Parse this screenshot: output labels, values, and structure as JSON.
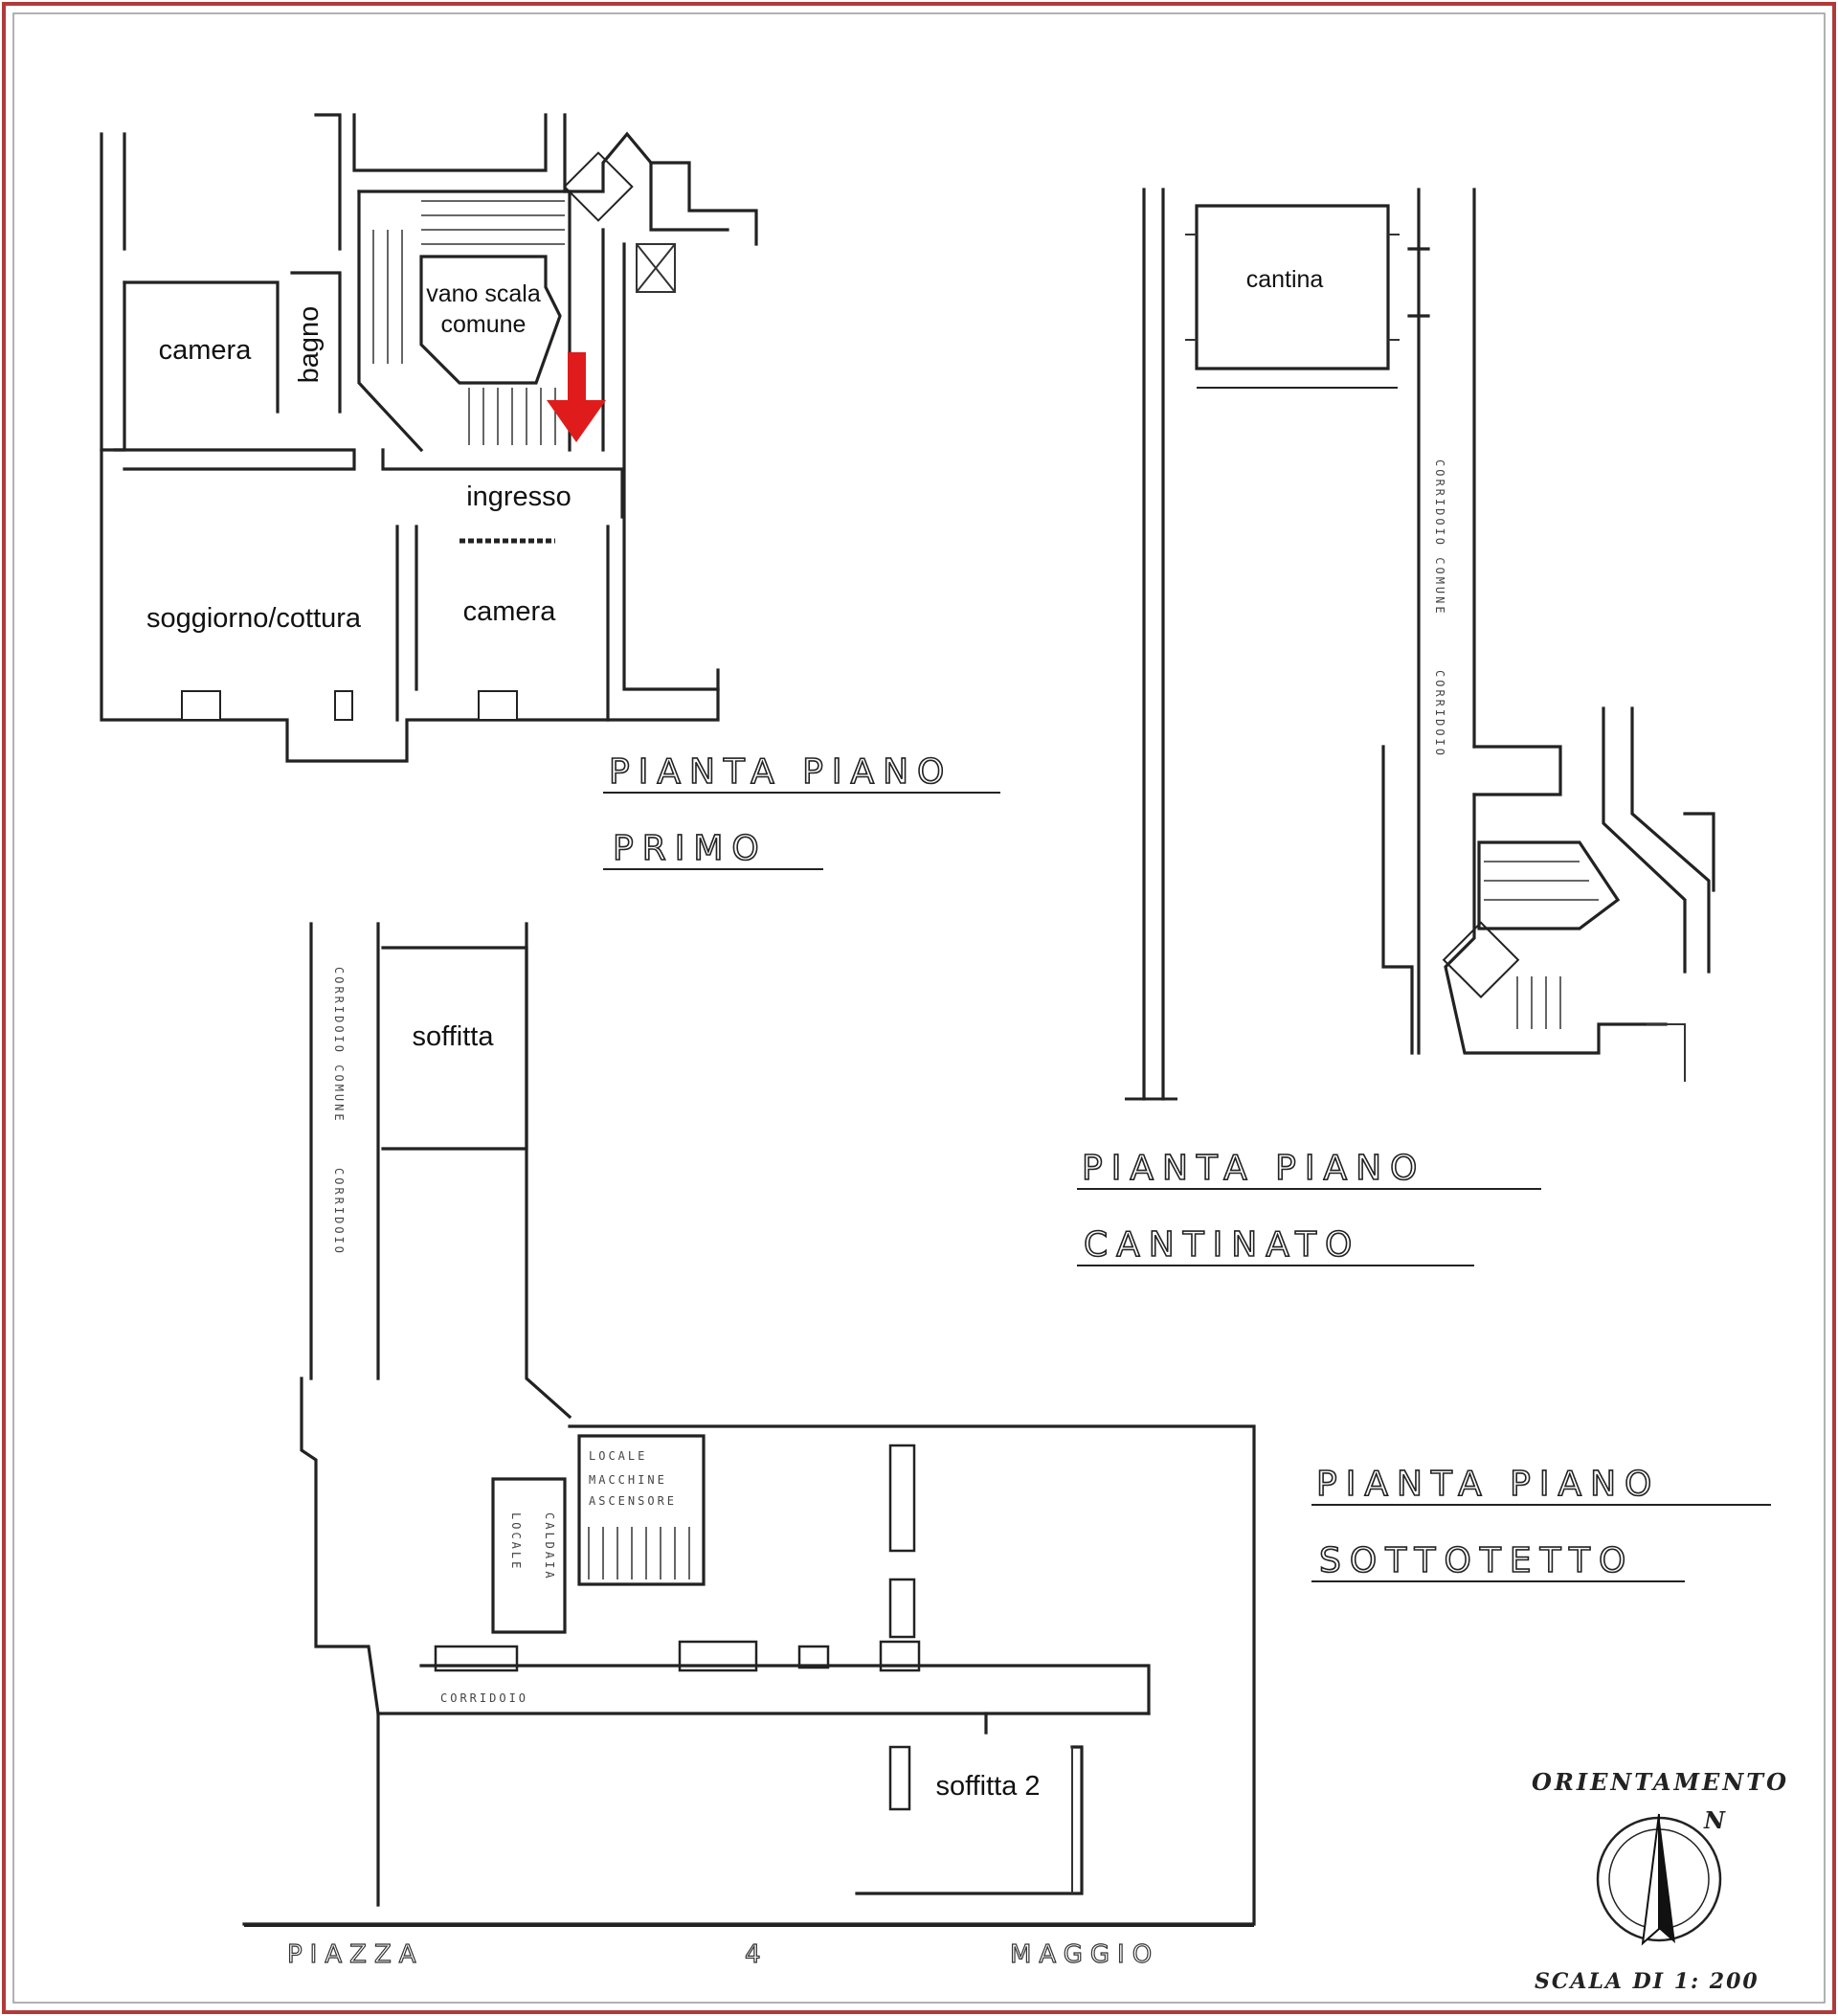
{
  "plans": {
    "primo": {
      "title_line1": "PIANTA PIANO",
      "title_line2": "PRIMO",
      "rooms": {
        "camera_left": "camera",
        "bagno": "bagno",
        "vano_scala_line1": "vano scala",
        "vano_scala_line2": "comune",
        "ingresso": "ingresso",
        "soggiorno": "soggiorno/cottura",
        "camera_right": "camera"
      }
    },
    "cantinato": {
      "title_line1": "PIANTA PIANO",
      "title_line2": "CANTINATO",
      "rooms": {
        "cantina": "cantina"
      }
    },
    "sottotetto": {
      "title_line1": "PIANTA PIANO",
      "title_line2": "SOTTOTETTO",
      "rooms": {
        "soffitta": "soffitta",
        "soffitta_2": "soffitta 2"
      }
    }
  },
  "street": {
    "word1": "PIAZZA",
    "word2": "4",
    "word3": "MAGGIO"
  },
  "orientation": {
    "label": "ORIENTAMENTO",
    "north": "N"
  },
  "scale": {
    "label": "SCALA DI 1: 200"
  },
  "colors": {
    "marker": "#e01b1b",
    "frame": "#c0392b"
  },
  "icons": {
    "entrance_marker": "arrow-down-icon",
    "compass": "compass-icon"
  }
}
